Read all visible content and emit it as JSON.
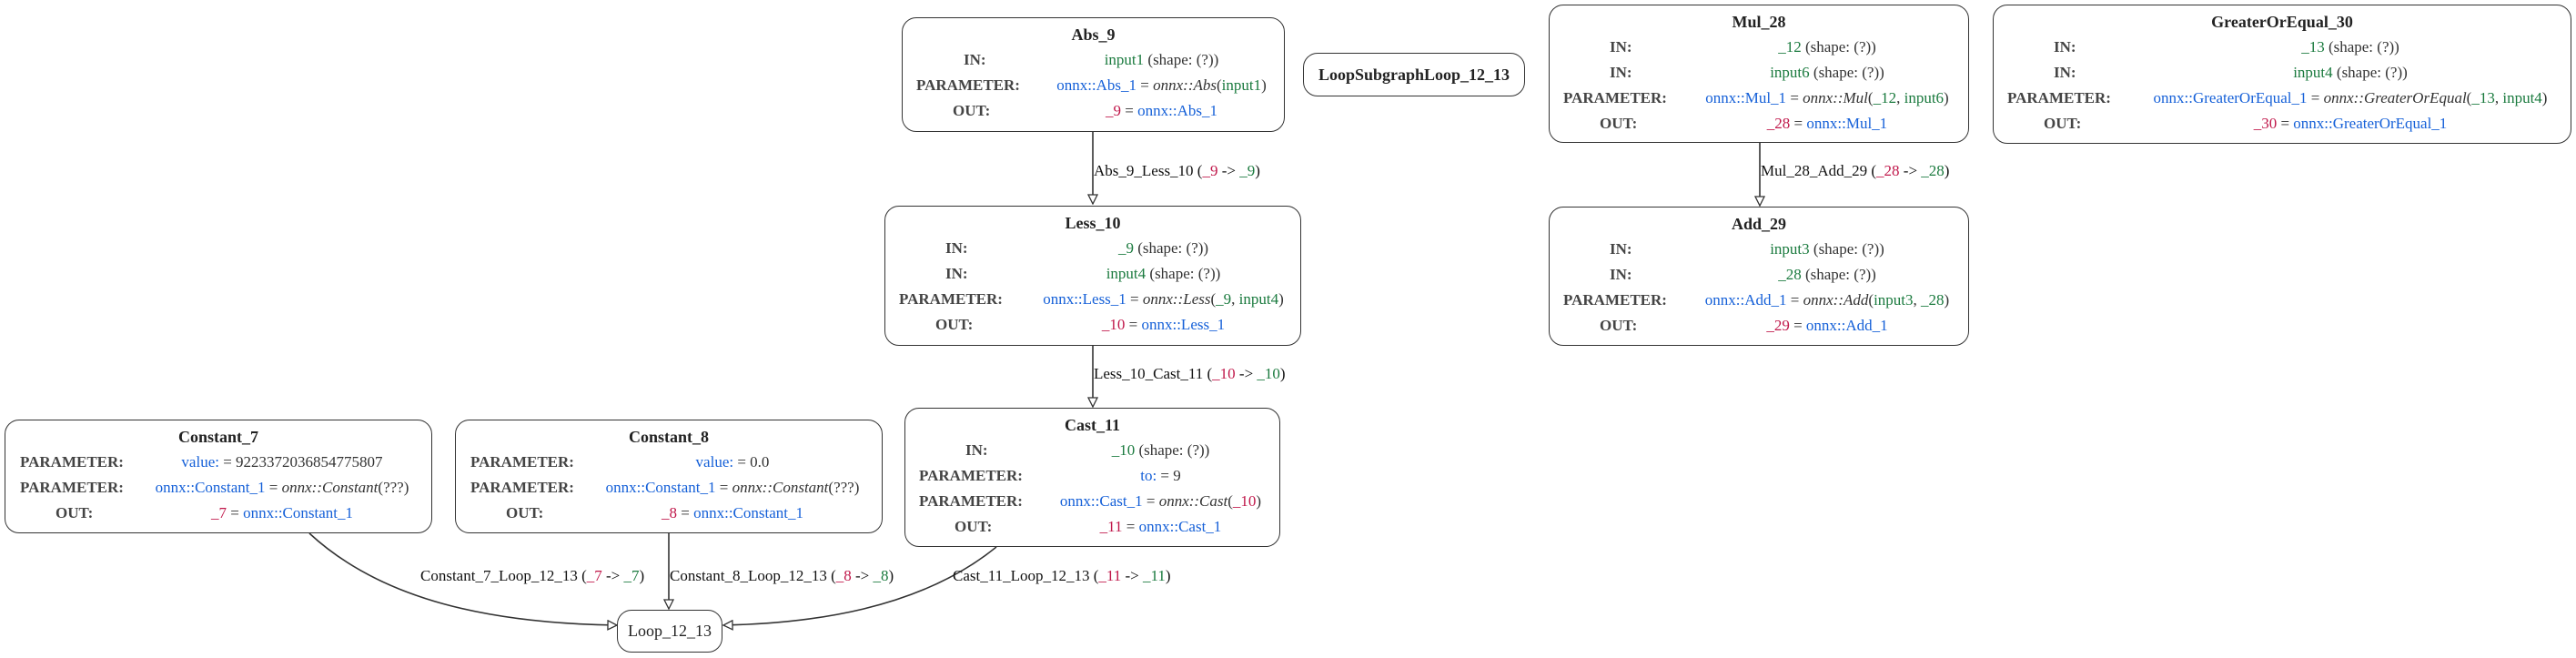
{
  "nodes": {
    "abs9": {
      "title": "Abs_9",
      "in1": {
        "label": "IN:",
        "a": "input1",
        "b": " (shape: (?))"
      },
      "param": {
        "label": "PARAMETER:",
        "a": "onnx::Abs_1",
        "b": " = ",
        "op": "onnx::Abs",
        "c": "(",
        "d": "input1",
        "e": ")"
      },
      "out": {
        "label": "OUT:",
        "a": "_9",
        "b": " = ",
        "c": "onnx::Abs_1"
      }
    },
    "less10": {
      "title": "Less_10",
      "in1": {
        "label": "IN:",
        "a": "_9",
        "b": " (shape: (?))"
      },
      "in2": {
        "label": "IN:",
        "a": "input4",
        "b": " (shape: (?))"
      },
      "param": {
        "label": "PARAMETER:",
        "a": "onnx::Less_1",
        "b": " = ",
        "op": "onnx::Less",
        "c": "(",
        "d": "_9",
        "e": ", ",
        "f": "input4",
        "g": ")"
      },
      "out": {
        "label": "OUT:",
        "a": "_10",
        "b": " = ",
        "c": "onnx::Less_1"
      }
    },
    "cast11": {
      "title": "Cast_11",
      "in1": {
        "label": "IN:",
        "a": "_10",
        "b": " (shape: (?))"
      },
      "p1": {
        "label": "PARAMETER:",
        "a": "to:",
        "b": " = 9"
      },
      "p2": {
        "label": "PARAMETER:",
        "a": "onnx::Cast_1",
        "b": " = ",
        "op": "onnx::Cast",
        "c": "(",
        "d": "_10",
        "e": ")"
      },
      "out": {
        "label": "OUT:",
        "a": "_11",
        "b": " = ",
        "c": "onnx::Cast_1"
      }
    },
    "const7": {
      "title": "Constant_7",
      "p1": {
        "label": "PARAMETER:",
        "a": "value:",
        "b": " = 9223372036854775807"
      },
      "p2": {
        "label": "PARAMETER:",
        "a": "onnx::Constant_1",
        "b": " = ",
        "op": "onnx::Constant",
        "c": "(???)"
      },
      "out": {
        "label": "OUT:",
        "a": "_7",
        "b": " = ",
        "c": "onnx::Constant_1"
      }
    },
    "const8": {
      "title": "Constant_8",
      "p1": {
        "label": "PARAMETER:",
        "a": "value:",
        "b": " = 0.0"
      },
      "p2": {
        "label": "PARAMETER:",
        "a": "onnx::Constant_1",
        "b": " = ",
        "op": "onnx::Constant",
        "c": "(???)"
      },
      "out": {
        "label": "OUT:",
        "a": "_8",
        "b": " = ",
        "c": "onnx::Constant_1"
      }
    },
    "mul28": {
      "title": "Mul_28",
      "in1": {
        "label": "IN:",
        "a": "_12",
        "b": " (shape: (?))"
      },
      "in2": {
        "label": "IN:",
        "a": "input6",
        "b": " (shape: (?))"
      },
      "param": {
        "label": "PARAMETER:",
        "a": "onnx::Mul_1",
        "b": " = ",
        "op": "onnx::Mul",
        "c": "(",
        "d": "_12",
        "e": ", ",
        "f": "input6",
        "g": ")"
      },
      "out": {
        "label": "OUT:",
        "a": "_28",
        "b": " = ",
        "c": "onnx::Mul_1"
      }
    },
    "add29": {
      "title": "Add_29",
      "in1": {
        "label": "IN:",
        "a": "input3",
        "b": " (shape: (?))"
      },
      "in2": {
        "label": "IN:",
        "a": "_28",
        "b": " (shape: (?))"
      },
      "param": {
        "label": "PARAMETER:",
        "a": "onnx::Add_1",
        "b": " = ",
        "op": "onnx::Add",
        "c": "(",
        "d": "input3",
        "e": ", ",
        "f": "_28",
        "g": ")"
      },
      "out": {
        "label": "OUT:",
        "a": "_29",
        "b": " = ",
        "c": "onnx::Add_1"
      }
    },
    "ge30": {
      "title": "GreaterOrEqual_30",
      "in1": {
        "label": "IN:",
        "a": "_13",
        "b": " (shape: (?))"
      },
      "in2": {
        "label": "IN:",
        "a": "input4",
        "b": " (shape: (?))"
      },
      "param": {
        "label": "PARAMETER:",
        "a": "onnx::GreaterOrEqual_1",
        "b": " = ",
        "op": "onnx::GreaterOrEqual",
        "c": "(",
        "d": "_13",
        "e": ", ",
        "f": "input4",
        "g": ")"
      },
      "out": {
        "label": "OUT:",
        "a": "_30",
        "b": " = ",
        "c": "onnx::GreaterOrEqual_1"
      }
    },
    "loopsub": {
      "title": "LoopSubgraphLoop_12_13"
    },
    "loop": {
      "title": "Loop_12_13"
    }
  },
  "edges": {
    "e1": {
      "name": "Abs_9_Less_10 (",
      "from": "_9",
      "arrow": " -> ",
      "to": "_9",
      "close": ")"
    },
    "e2": {
      "name": "Less_10_Cast_11 (",
      "from": "_10",
      "arrow": " -> ",
      "to": "_10",
      "close": ")"
    },
    "e3": {
      "name": "Mul_28_Add_29 (",
      "from": "_28",
      "arrow": " -> ",
      "to": "_28",
      "close": ")"
    },
    "e4": {
      "name": "Constant_7_Loop_12_13 (",
      "from": "_7",
      "arrow": " -> ",
      "to": "_7",
      "close": ")"
    },
    "e5": {
      "name": "Constant_8_Loop_12_13 (",
      "from": "_8",
      "arrow": " -> ",
      "to": "_8",
      "close": ")"
    },
    "e6": {
      "name": "Cast_11_Loop_12_13 (",
      "from": "_11",
      "arrow": " -> ",
      "to": "_11",
      "close": ")"
    }
  },
  "colors": {
    "input": "#1a7a3e",
    "output": "#c0174a",
    "param": "#1560d8",
    "border": "#333333"
  }
}
